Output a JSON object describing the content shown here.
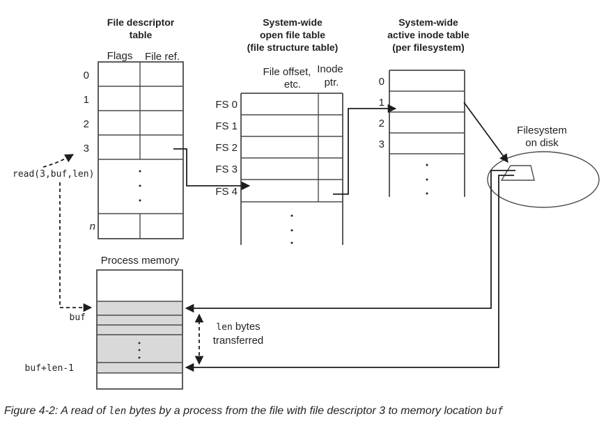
{
  "fd_table": {
    "title_line1": "File descriptor",
    "title_line2": "table",
    "col1": "Flags",
    "col2": "File ref.",
    "rows": [
      "0",
      "1",
      "2",
      "3"
    ],
    "last_row": "n"
  },
  "open_file_table": {
    "title_line1": "System-wide",
    "title_line2": "open file table",
    "title_line3": "(file structure table)",
    "col1_line1": "File offset,",
    "col1_line2": "etc.",
    "col2_line1": "Inode",
    "col2_line2": "ptr.",
    "rows": [
      "FS 0",
      "FS 1",
      "FS 2",
      "FS 3",
      "FS 4"
    ]
  },
  "inode_table": {
    "title_line1": "System-wide",
    "title_line2": "active inode table",
    "title_line3": "(per filesystem)",
    "rows": [
      "0",
      "1",
      "2",
      "3"
    ]
  },
  "disk": {
    "label_line1": "Filesystem",
    "label_line2": "on disk"
  },
  "process_memory": {
    "title": "Process memory",
    "buf_label": "buf",
    "buf_end_label": "buf+len-1"
  },
  "annotations": {
    "read_call": "read(3,buf,len)",
    "transfer_mono": "len",
    "transfer_rest": "bytes",
    "transfer_line2": "transferred"
  },
  "caption": {
    "prefix": "Figure 4-2: A read of ",
    "mono1": "len",
    "middle": " bytes by a process from the file with file descriptor 3 to memory location ",
    "mono2": "buf"
  },
  "colors": {
    "background": "#ffffff",
    "line": "#4a4a4a",
    "arrow": "#1d1d1d",
    "text": "#231f20",
    "memory_fill": "#d9d9d9"
  }
}
